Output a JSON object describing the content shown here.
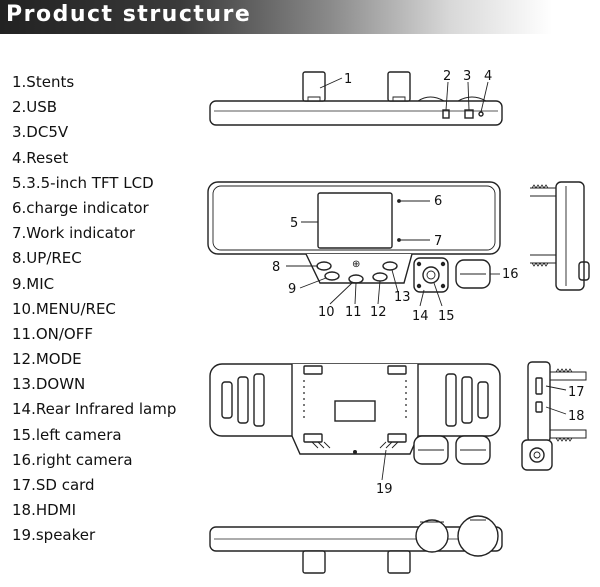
{
  "title": "Product structure",
  "legend": [
    "1.Stents",
    "2.USB",
    "3.DC5V",
    "4.Reset",
    "5.3.5-inch TFT LCD",
    "6.charge indicator",
    "7.Work indicator",
    "8.UP/REC",
    "9.MIC",
    "10.MENU/REC",
    "11.ON/OFF",
    "12.MODE",
    "13.DOWN",
    "14.Rear Infrared lamp",
    "15.left camera",
    "16.right camera",
    "17.SD card",
    "18.HDMI",
    "19.speaker"
  ],
  "callouts": {
    "c1": "1",
    "c2": "2",
    "c3": "3",
    "c4": "4",
    "c5": "5",
    "c6": "6",
    "c7": "7",
    "c8": "8",
    "c9": "9",
    "c10": "10",
    "c11": "11",
    "c12": "12",
    "c13": "13",
    "c14": "14",
    "c15": "15",
    "c16": "16",
    "c17": "17",
    "c18": "18",
    "c19": "19"
  }
}
